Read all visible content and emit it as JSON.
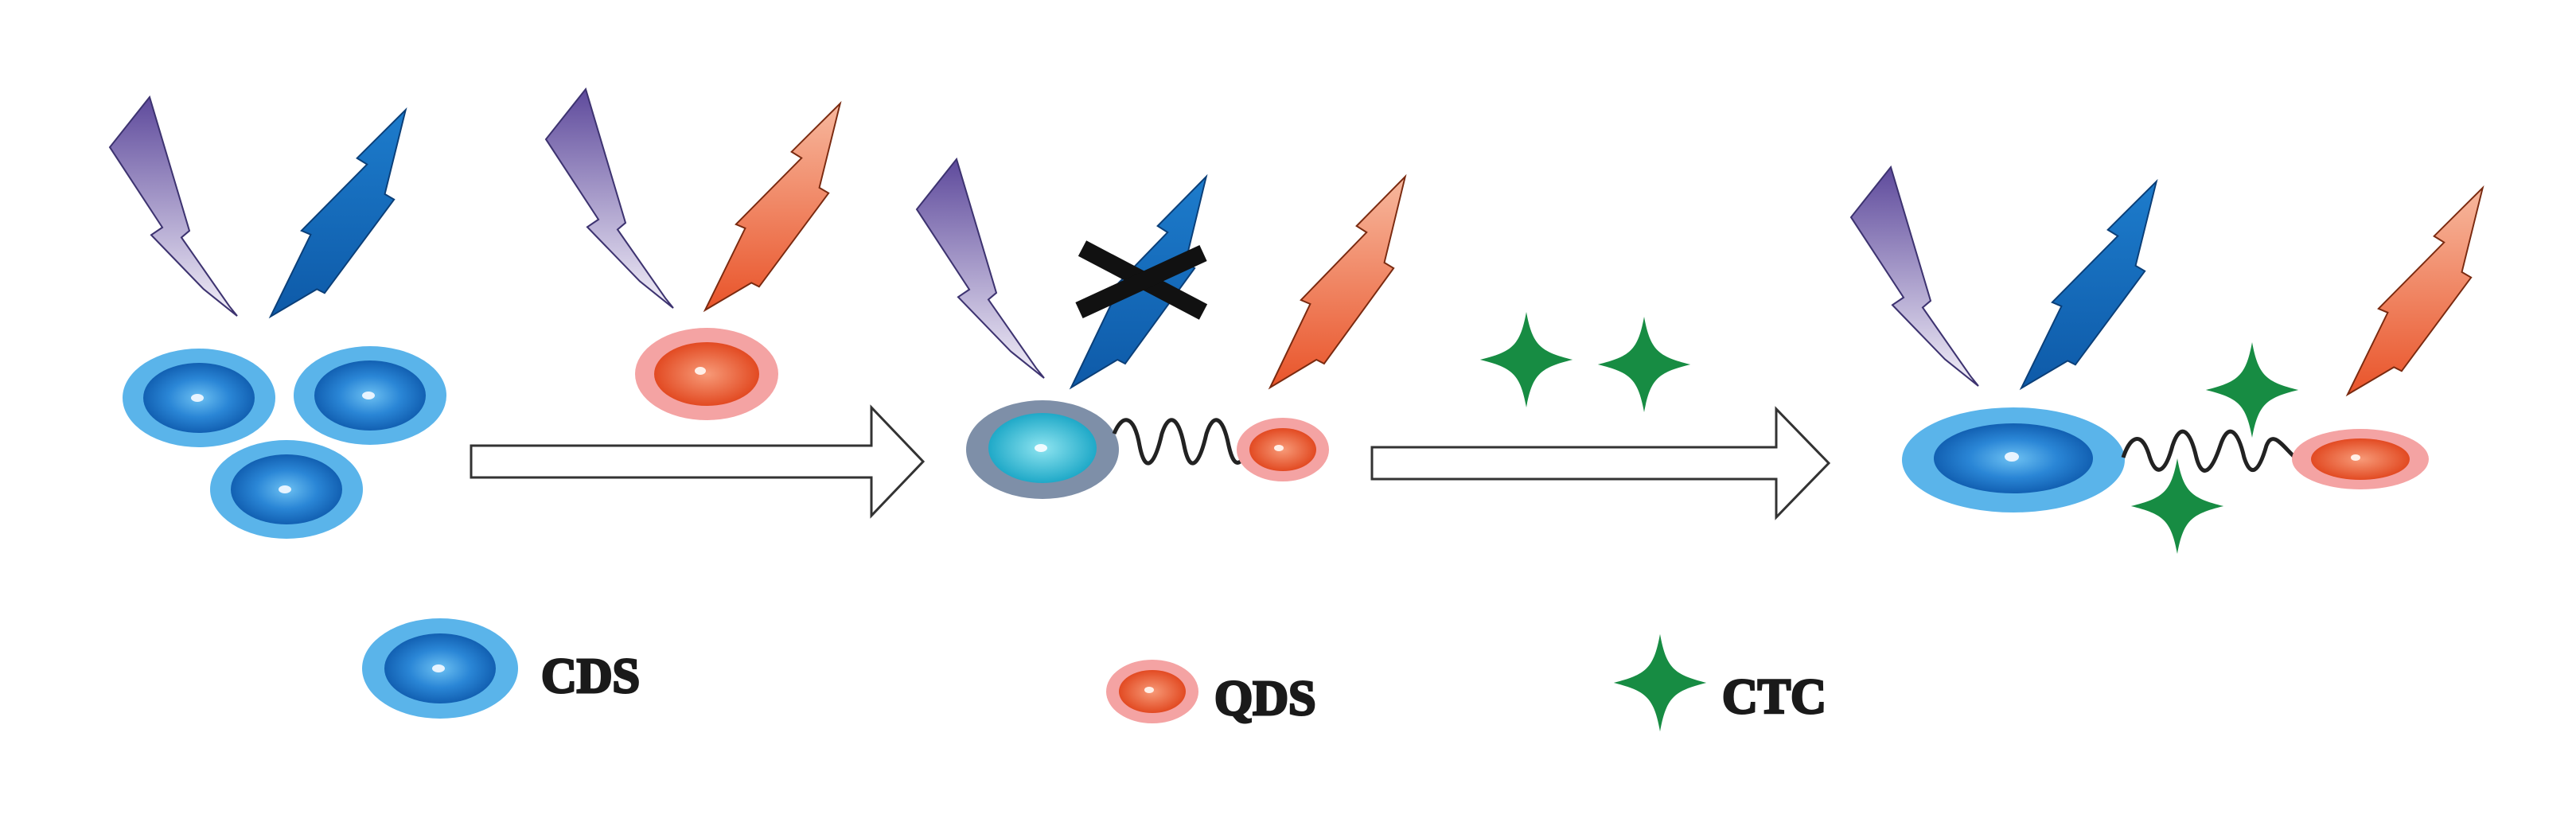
{
  "legend": {
    "cds_label": "CDS",
    "qds_label": "QDS",
    "ctc_label": "CTC"
  },
  "colors": {
    "cds_outer": "#5ab4ea",
    "cds_core": "#1d72c4",
    "qds_outer": "#f4a3a3",
    "qds_core": "#e8552a",
    "quenched_outer": "#7e8fa8",
    "quenched_core": "#2fb8d2",
    "ctc": "#178c43",
    "violet_bolt": "#6a58a6",
    "blue_bolt": "#1366b4",
    "orange_bolt": "#ee6a3c"
  },
  "icons": [
    "violet-lightning-icon",
    "blue-lightning-icon",
    "orange-lightning-icon",
    "cross-icon",
    "star-icon",
    "arrow-icon"
  ]
}
